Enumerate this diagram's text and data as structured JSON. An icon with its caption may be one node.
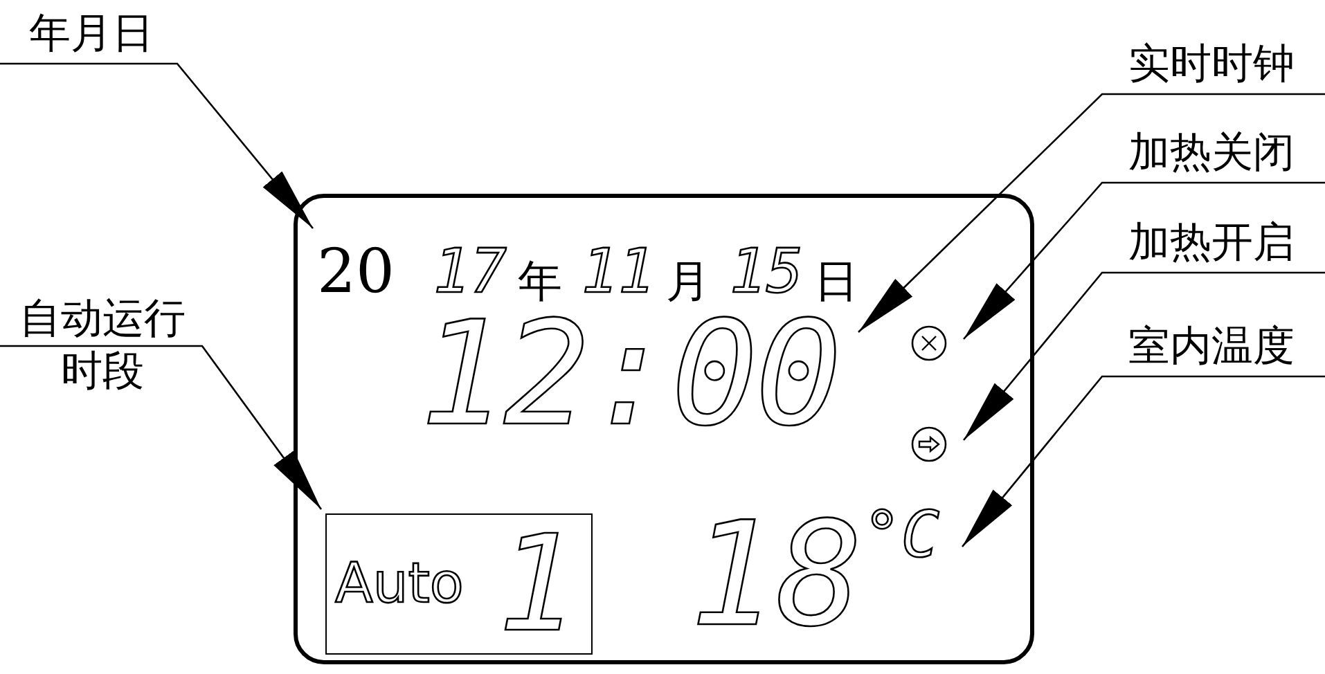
{
  "diagram": {
    "nodes": [
      {
        "text": [
          "年月日"
        ]
      },
      {
        "text": [
          "实时时钟"
        ]
      },
      {
        "text": [
          "加热关闭"
        ]
      },
      {
        "text": [],
        "shape": "box"
      },
      {
        "text": [
          "20",
          "17",
          "年",
          "11",
          "月",
          "15",
          "日"
        ],
        "in": 3
      },
      {
        "text": [
          "加热开启"
        ]
      },
      {
        "text": [
          "自动运行时段"
        ]
      },
      {
        "text": [
          "12:00"
        ],
        "in": 3
      },
      {
        "text": [],
        "shape": "circle",
        "in": 3
      },
      {
        "text": [],
        "shape": "circle",
        "in": 3
      },
      {
        "text": [
          "室内温度"
        ]
      },
      {
        "text": [
          "Auto",
          "1"
        ],
        "in": 3
      },
      {
        "text": [
          "18",
          "°C"
        ],
        "in": 3
      }
    ],
    "edges": [
      {
        "from": 0,
        "to": 4,
        "arrow": "to"
      },
      {
        "from": 1,
        "to": 7,
        "arrow": "to"
      },
      {
        "from": 2,
        "to": 8,
        "arrow": "to"
      },
      {
        "from": 5,
        "to": 9,
        "arrow": "to"
      },
      {
        "from": 10,
        "to": 12,
        "arrow": "to"
      },
      {
        "from": 6,
        "to": 11,
        "arrow": "to"
      }
    ]
  }
}
